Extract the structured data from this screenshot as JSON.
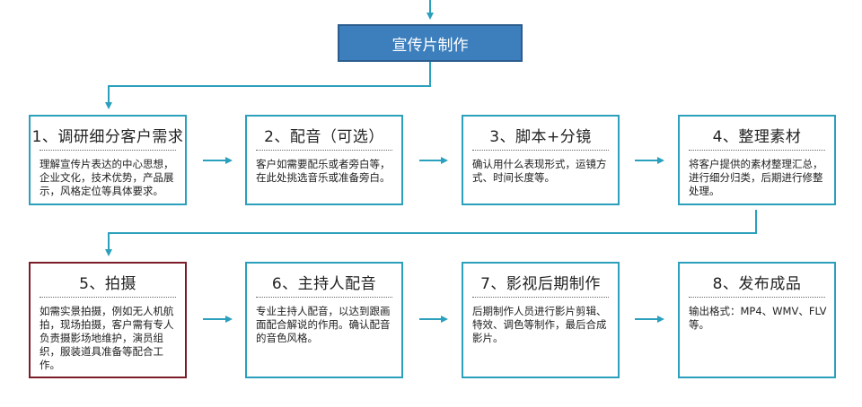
{
  "colors": {
    "header_bg": "#3d7fbd",
    "connector": "#2aa0bc",
    "highlight_border": "#7b1c28"
  },
  "header": {
    "title": "宣传片制作"
  },
  "steps": [
    {
      "title": "1、调研细分客户需求",
      "desc": "理解宣传片表达的中心思想，企业文化，技术优势，产品展示，风格定位等具体要求。"
    },
    {
      "title": "2、配音（可选）",
      "desc": "客户如需要配乐或者旁白等，在此处挑选音乐或准备旁白。"
    },
    {
      "title": "3、脚本+分镜",
      "desc": "确认用什么表现形式，运镜方式、时间长度等。"
    },
    {
      "title": "4、整理素材",
      "desc": "将客户提供的素材整理汇总，进行细分归类，后期进行修整处理。"
    },
    {
      "title": "5、拍摄",
      "desc": "如需实景拍摄，例如无人机航拍，现场拍摄，客户需有专人负责摄影场地维护，演员组织，服装道具准备等配合工作。"
    },
    {
      "title": "6、主持人配音",
      "desc": "专业主持人配音，以达到跟画面配合解说的作用。确认配音的音色风格。"
    },
    {
      "title": "7、影视后期制作",
      "desc": "后期制作人员进行影片剪辑、特效、调色等制作，最后合成影片。"
    },
    {
      "title": "8、发布成品",
      "desc": "输出格式：MP4、WMV、FLV等。"
    }
  ]
}
